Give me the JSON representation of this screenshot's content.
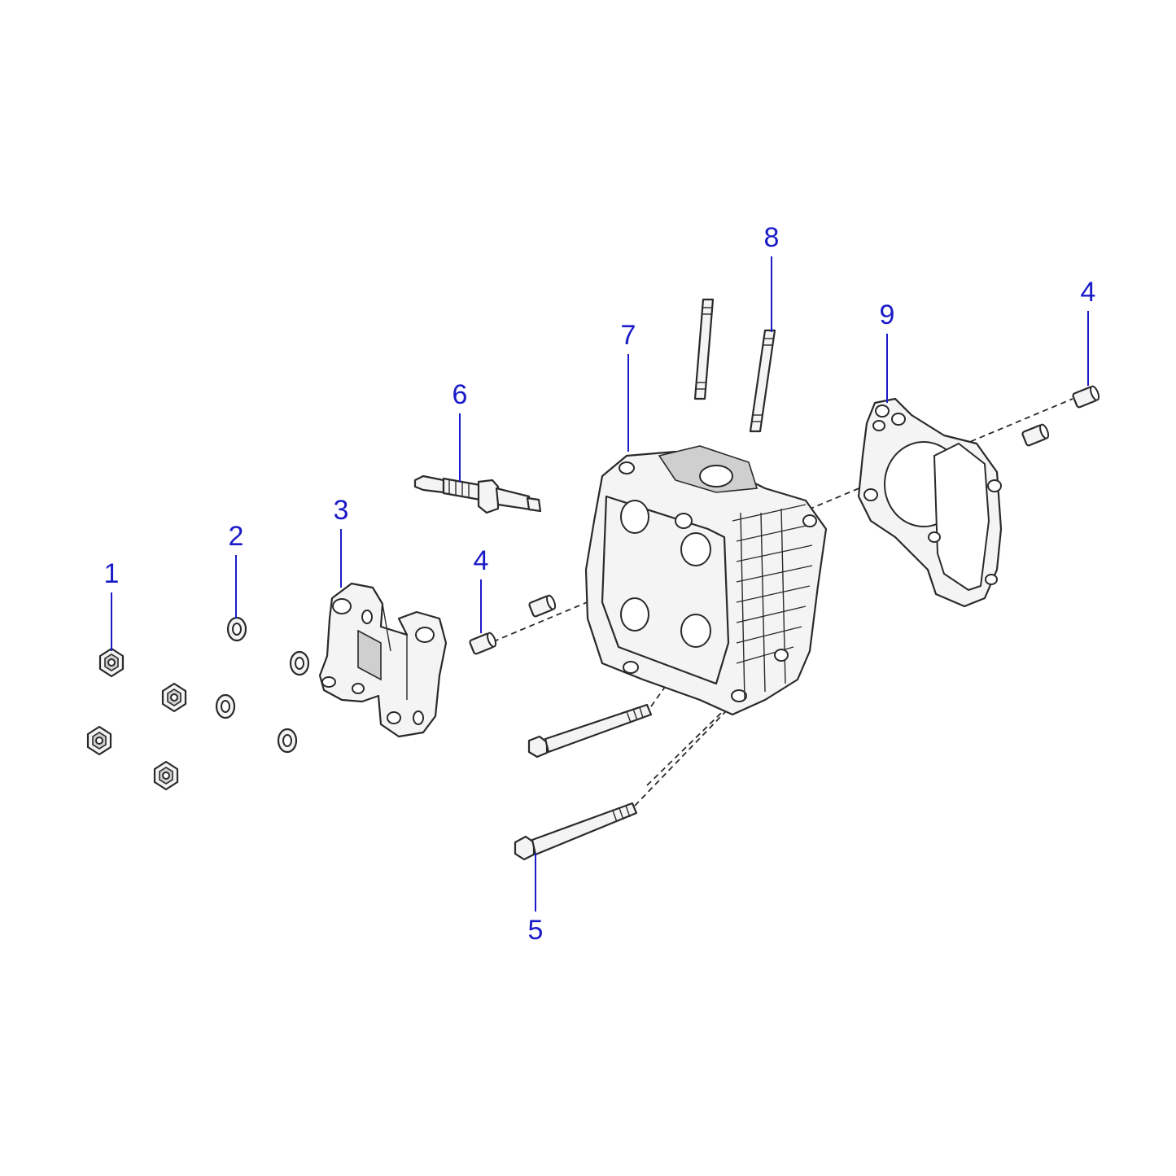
{
  "diagram": {
    "colors": {
      "callout": "#1a1ac8",
      "outline": "#2a2a2a",
      "part_fill": "#f4f4f4",
      "background": "#ffffff"
    },
    "callouts": [
      {
        "id": "c1",
        "label": "1"
      },
      {
        "id": "c2",
        "label": "2"
      },
      {
        "id": "c3",
        "label": "3"
      },
      {
        "id": "c4a",
        "label": "4"
      },
      {
        "id": "c4b",
        "label": "4"
      },
      {
        "id": "c5",
        "label": "5"
      },
      {
        "id": "c6",
        "label": "6"
      },
      {
        "id": "c7",
        "label": "7"
      },
      {
        "id": "c8",
        "label": "8"
      },
      {
        "id": "c9",
        "label": "9"
      }
    ]
  }
}
